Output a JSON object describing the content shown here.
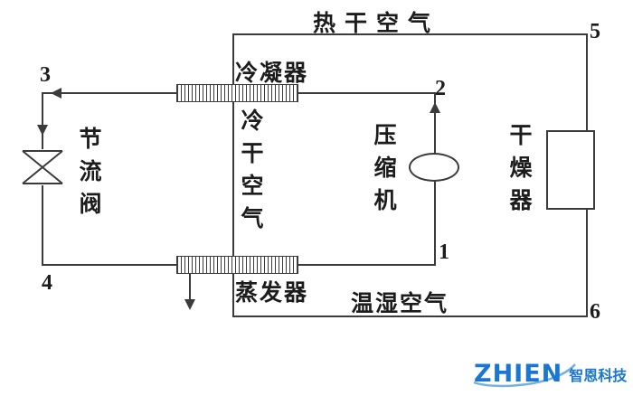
{
  "diagram": {
    "flow_labels": {
      "hot_dry_air": "热干空气",
      "cold_dry_air": "冷干空气",
      "warm_humid_air": "温湿空气"
    },
    "components": {
      "condenser": "冷凝器",
      "evaporator": "蒸发器",
      "compressor": "压缩机",
      "throttle_valve": "节流阀",
      "dryer": "干燥器"
    },
    "state_points": {
      "p1": "1",
      "p2": "2",
      "p3": "3",
      "p4": "4",
      "p5": "5",
      "p6": "6"
    },
    "colors": {
      "line": "#3b3b3b",
      "text": "#1c1c1c",
      "logo_blue": "#1a76d2",
      "logo_swoosh": "#74b0e6"
    }
  },
  "logo": {
    "brand": "ZHIEN",
    "company": "智恩科技"
  }
}
